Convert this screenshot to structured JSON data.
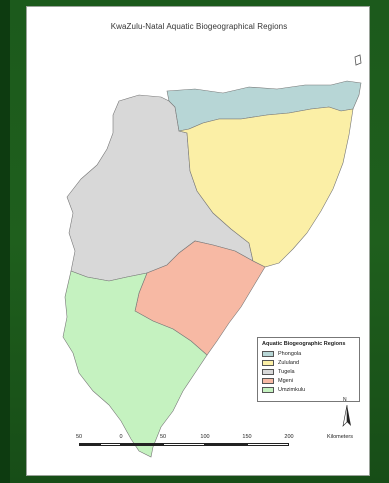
{
  "title": "KwaZulu-Natal Aquatic Biogeographical Regions",
  "legend": {
    "title": "Aquatic Biogeographic Regions",
    "items": [
      {
        "label": "Phongola",
        "color": "#b7d6d6"
      },
      {
        "label": "Zululand",
        "color": "#fbefa6"
      },
      {
        "label": "Tugela",
        "color": "#d8d8d8"
      },
      {
        "label": "Mgeni",
        "color": "#f7b9a4"
      },
      {
        "label": "Umzimkulu",
        "color": "#c5f2c0"
      }
    ]
  },
  "north": "N",
  "scale": {
    "ticks": [
      "50",
      "0",
      "50",
      "100",
      "150",
      "200"
    ],
    "units": "Kilometers"
  }
}
